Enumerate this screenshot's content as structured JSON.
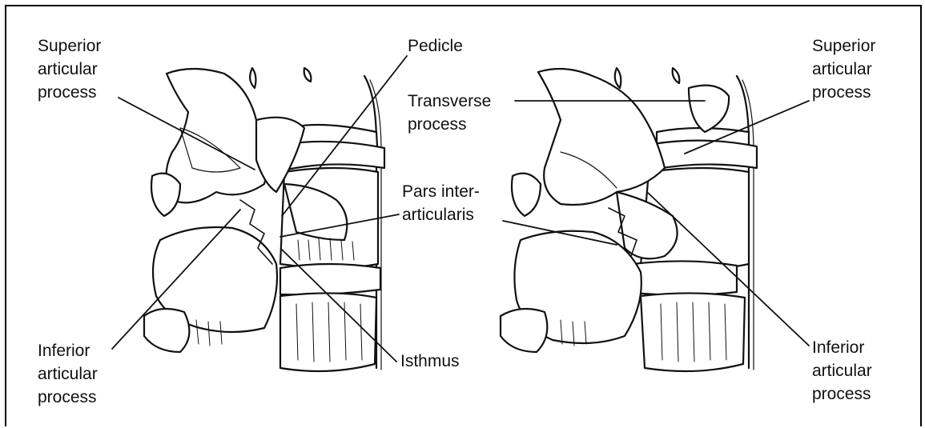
{
  "labels": {
    "left_superior": "Superior\narticular\nprocess",
    "left_pedicle": "Pedicle",
    "transverse": "Transverse\nprocess",
    "pars": "Pars inter-\narticularis",
    "left_inferior": "Inferior\narticular\nprocess",
    "isthmus": "Isthmus",
    "right_superior": "Superior\narticular\nprocess",
    "right_inferior": "Inferior\narticular\nprocess"
  },
  "colors": {
    "ink": "#111111",
    "bone": "#ffffff"
  }
}
